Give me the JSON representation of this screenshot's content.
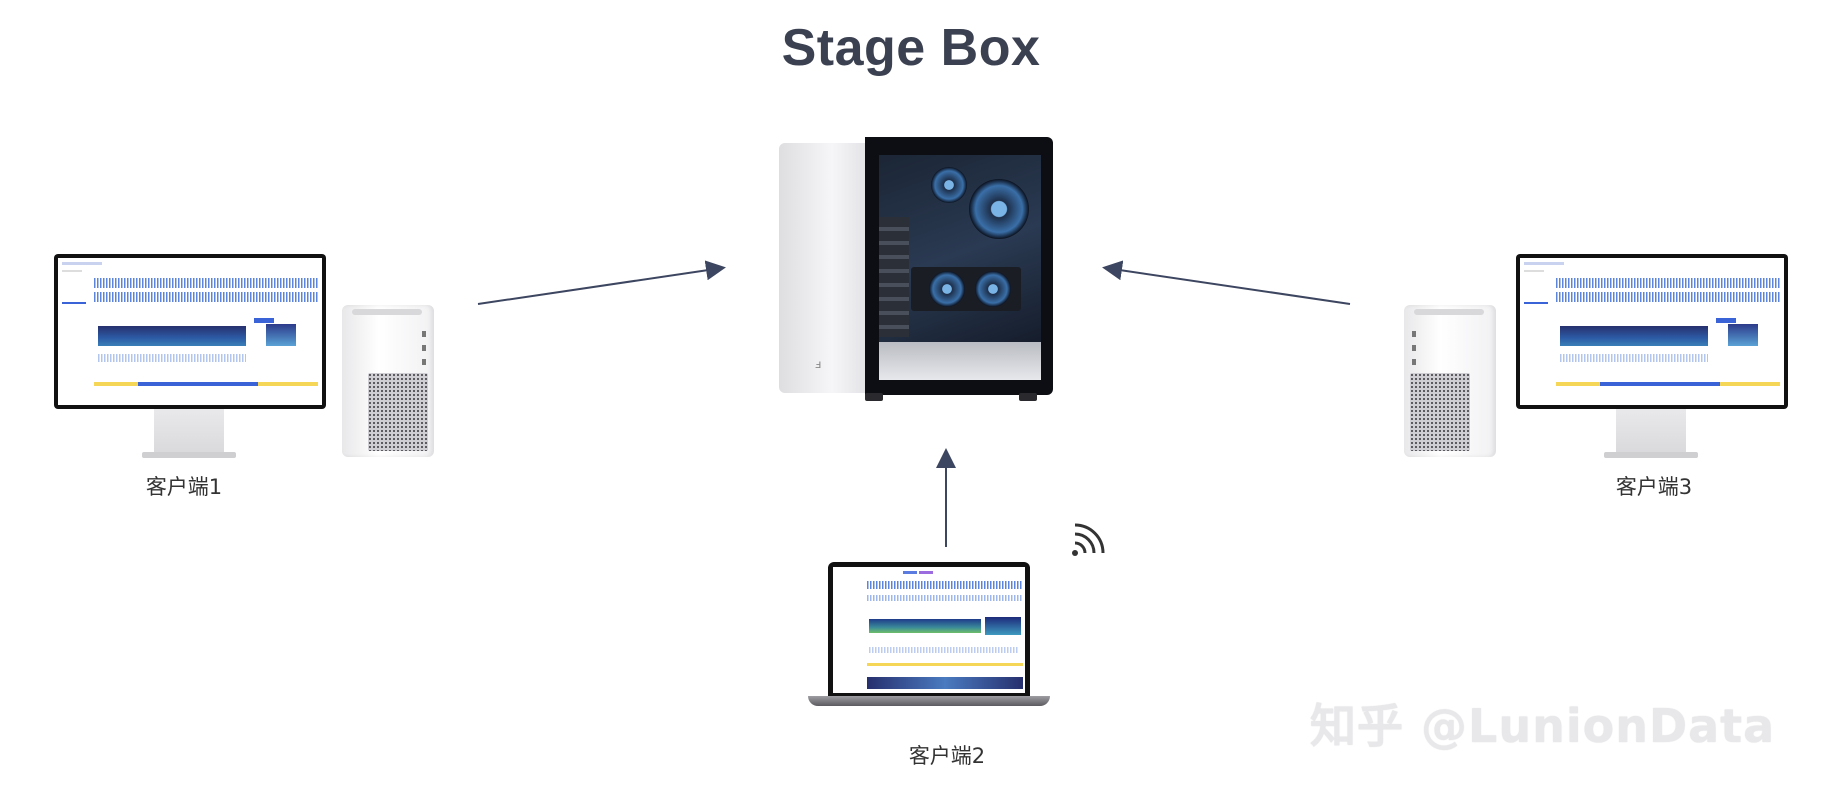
{
  "diagram": {
    "title": "Stage Box",
    "clients": [
      {
        "label": "客户端1"
      },
      {
        "label": "客户端2"
      },
      {
        "label": "客户端3"
      }
    ],
    "watermark": "知乎 @LunionData"
  },
  "colors": {
    "title": "#3b4150",
    "arrow": "#3d4660",
    "label": "#333333",
    "accent_blue": "#3a63d8"
  },
  "icons": {
    "server": "computer-case-icon",
    "client_desktop": "desktop-monitor-icon",
    "client_laptop": "laptop-icon",
    "wifi": "wifi-icon"
  }
}
